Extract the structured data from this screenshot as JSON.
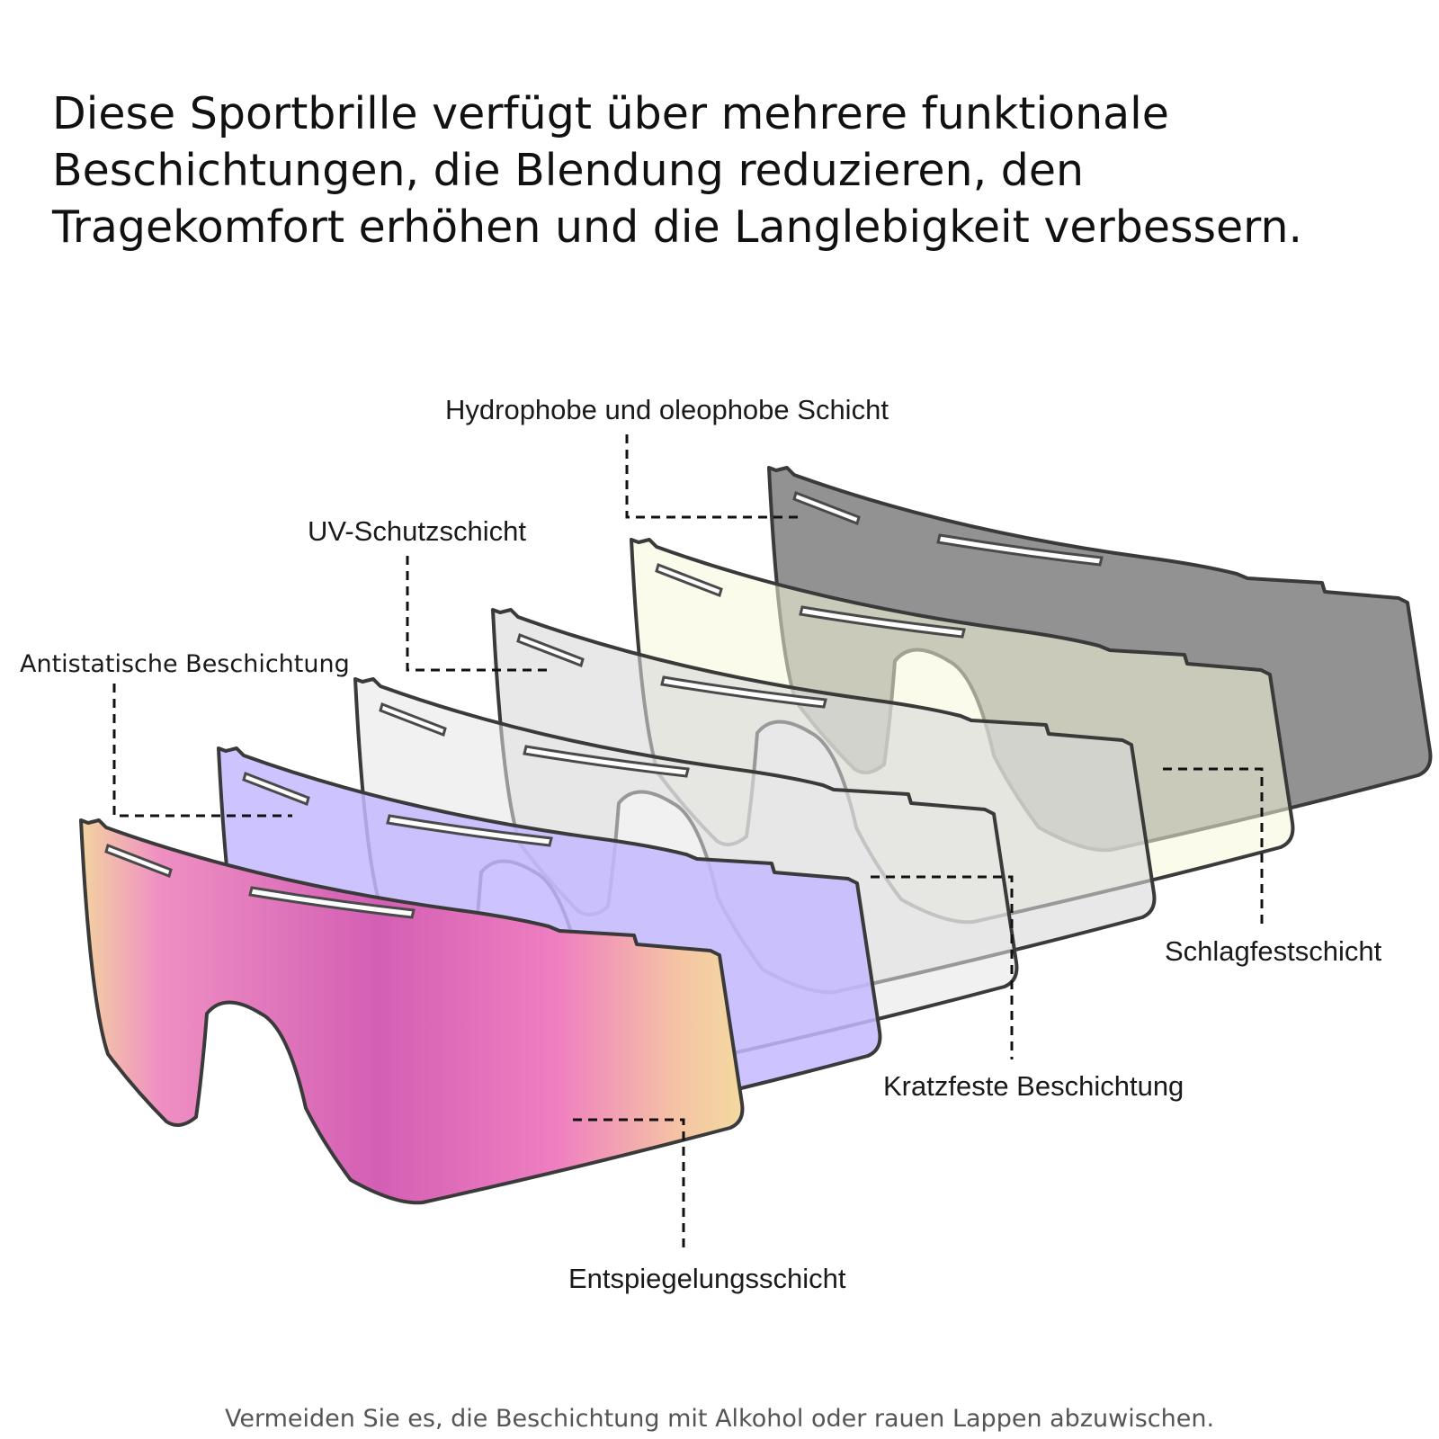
{
  "intro": {
    "lines": [
      "Diese Sportbrille verfügt über mehrere funktionale",
      "Beschichtungen, die Blendung reduzieren, den",
      "Tragekomfort erhöhen und die Langlebigkeit verbessern."
    ]
  },
  "layers": [
    {
      "name": "Schlagfestschicht",
      "color": "#8c8c8c"
    },
    {
      "name": "Hydrophobe und oleophobe Schicht",
      "color": "#f5f7d8"
    },
    {
      "name": "Kratzfeste Beschichtung",
      "color": "#d9d9d9"
    },
    {
      "name": "UV-Schutzschicht",
      "color": "#c4b8ff"
    },
    {
      "name": "Antistatische Beschichtung",
      "color": "#d35fb4"
    },
    {
      "name": "Entspiegelungsschicht",
      "color": "#f3d3a0"
    }
  ],
  "labels": {
    "hydrophobic": "Hydrophobe und oleophobe Schicht",
    "uv": "UV-Schutzschicht",
    "antistatic": "Antistatische Beschichtung",
    "impact": "Schlagfestschicht",
    "scratch": "Kratzfeste Beschichtung",
    "antireflective": "Entspiegelungsschicht"
  },
  "footnote": "Vermeiden Sie es, die Beschichtung mit Alkohol oder rauen Lappen abzuwischen."
}
